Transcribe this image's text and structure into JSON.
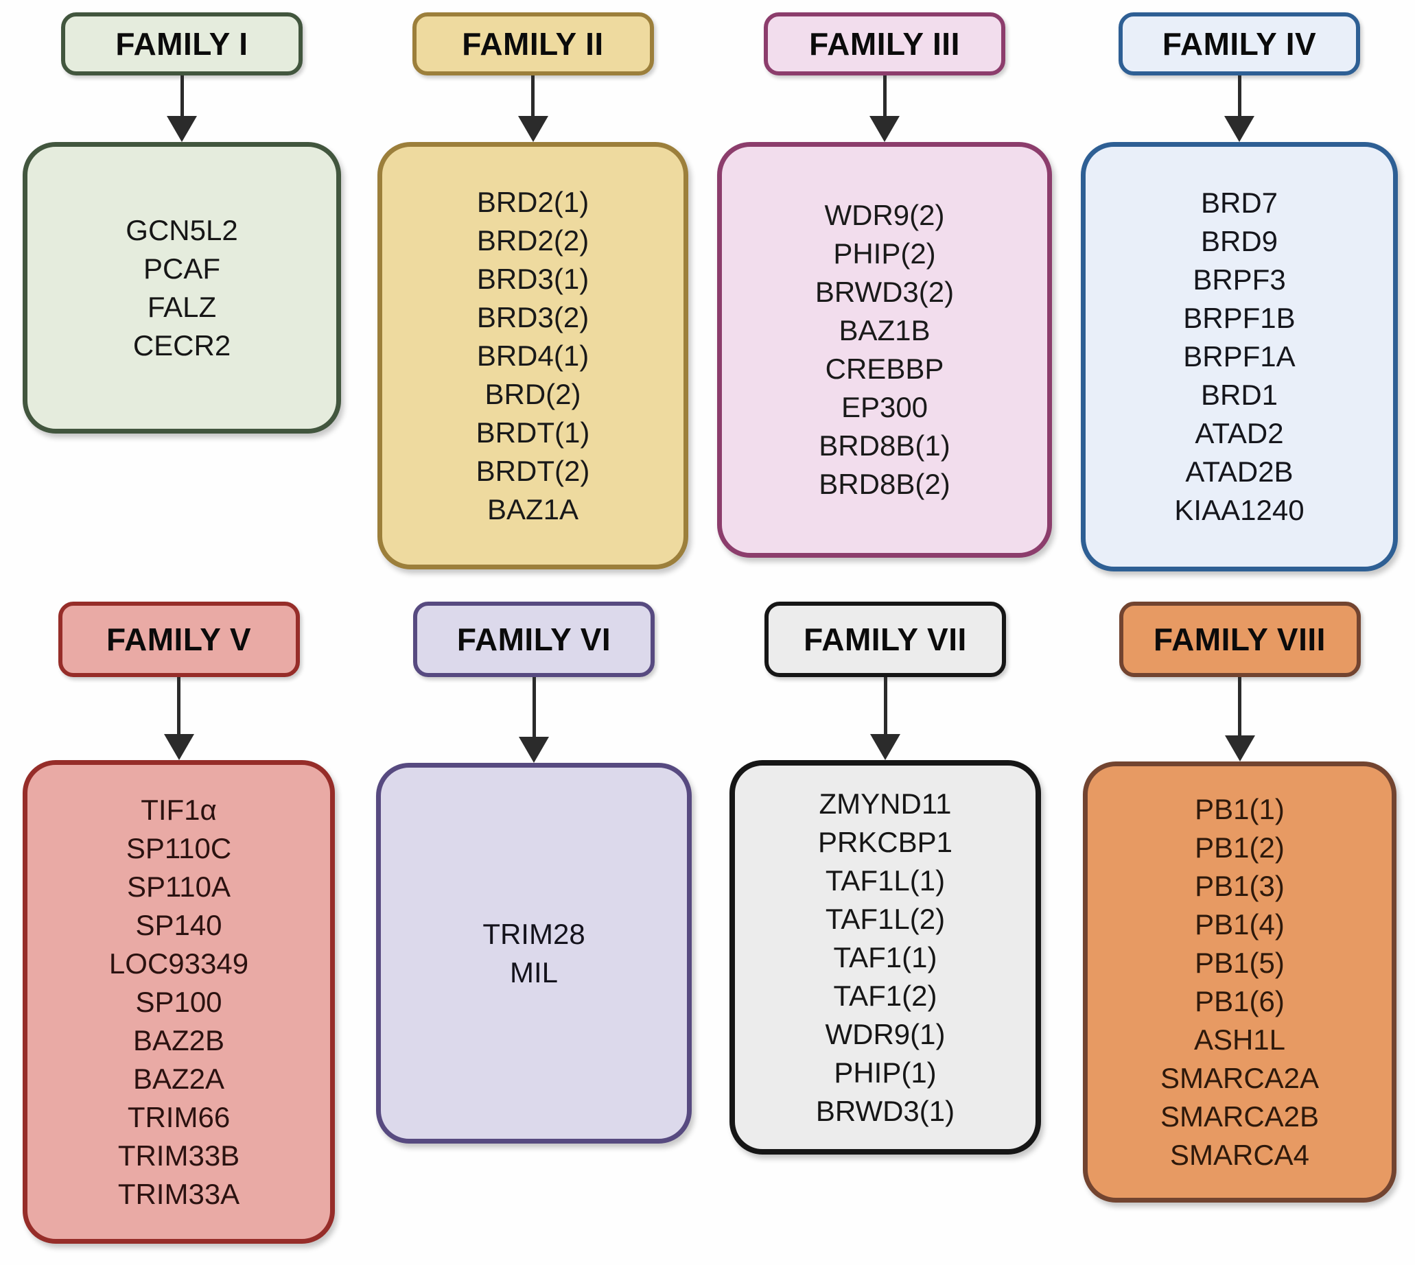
{
  "figure": {
    "description": "Bromodomain protein families diagram",
    "arrow_color": "#2b2b2b",
    "background": "#fefefe"
  },
  "families": [
    {
      "id": "I",
      "header": "FAMILY I",
      "fill": "#e5ecdd",
      "border": "#42563e",
      "text": "#161616",
      "members": [
        "GCN5L2",
        "PCAF",
        "FALZ",
        "CECR2"
      ]
    },
    {
      "id": "II",
      "header": "FAMILY II",
      "fill": "#eeda9f",
      "border": "#9c7f3b",
      "text": "#191919",
      "members": [
        "BRD2(1)",
        "BRD2(2)",
        "BRD3(1)",
        "BRD3(2)",
        "BRD4(1)",
        "BRD(2)",
        "BRDT(1)",
        "BRDT(2)",
        "BAZ1A"
      ]
    },
    {
      "id": "III",
      "header": "FAMILY III",
      "fill": "#f2dded",
      "border": "#8c3d6c",
      "text": "#1a1a1a",
      "members": [
        "WDR9(2)",
        "PHIP(2)",
        "BRWD3(2)",
        "BAZ1B",
        "CREBBP",
        "EP300",
        "BRD8B(1)",
        "BRD8B(2)"
      ]
    },
    {
      "id": "IV",
      "header": "FAMILY IV",
      "fill": "#e9eff9",
      "border": "#2e5f94",
      "text": "#15161c",
      "members": [
        "BRD7",
        "BRD9",
        "BRPF3",
        "BRPF1B",
        "BRPF1A",
        "BRD1",
        "ATAD2",
        "ATAD2B",
        "KIAA1240"
      ]
    },
    {
      "id": "V",
      "header": "FAMILY V",
      "fill": "#e9aaa5",
      "border": "#962d29",
      "text": "#2b1210",
      "members": [
        "TIF1α",
        "SP110C",
        "SP110A",
        "SP140",
        "LOC93349",
        "SP100",
        "BAZ2B",
        "BAZ2A",
        "TRIM66",
        "TRIM33B",
        "TRIM33A"
      ]
    },
    {
      "id": "VI",
      "header": "FAMILY VI",
      "fill": "#dcd9eb",
      "border": "#574a80",
      "text": "#14131c",
      "members": [
        "TRIM28",
        "MIL"
      ]
    },
    {
      "id": "VII",
      "header": "FAMILY VII",
      "fill": "#ececec",
      "border": "#161616",
      "text": "#161616",
      "members": [
        "ZMYND11",
        "PRKCBP1",
        "TAF1L(1)",
        "TAF1L(2)",
        "TAF1(1)",
        "TAF1(2)",
        "WDR9(1)",
        "PHIP(1)",
        "BRWD3(1)"
      ]
    },
    {
      "id": "VIII",
      "header": "FAMILY VIII",
      "fill": "#e79a63",
      "border": "#724430",
      "text": "#2e190b",
      "members": [
        "PB1(1)",
        "PB1(2)",
        "PB1(3)",
        "PB1(4)",
        "PB1(5)",
        "PB1(6)",
        "ASH1L",
        "SMARCA2A",
        "SMARCA2B",
        "SMARCA4"
      ]
    }
  ]
}
